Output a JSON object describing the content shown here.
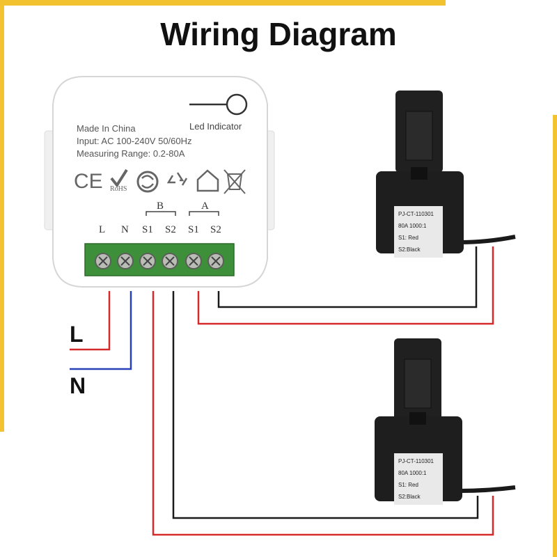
{
  "title": "Wiring Diagram",
  "device": {
    "spec_lines": [
      "Made In China",
      "Input: AC 100-240V 50/60Hz",
      "Measuring Range: 0.2-80A"
    ],
    "led_label": "Led Indicator",
    "certifications": [
      "CE",
      "RoHS"
    ],
    "groups": [
      "B",
      "A"
    ],
    "terminals": [
      "L",
      "N",
      "S1",
      "S2",
      "S1",
      "S2"
    ]
  },
  "wires": {
    "line_label": "L",
    "neutral_label": "N",
    "colors": {
      "line": "#d42a2a",
      "neutral": "#2740b8",
      "signal": "#1a1a1a"
    }
  },
  "current_transformers": [
    {
      "model": "PJ-CT-110301",
      "rating": "80A 1000:1",
      "wiring": "S1: Red  S2:Black"
    },
    {
      "model": "PJ-CT-110301",
      "rating": "80A 1000:1",
      "wiring": "S1: Red  S2:Black"
    }
  ]
}
